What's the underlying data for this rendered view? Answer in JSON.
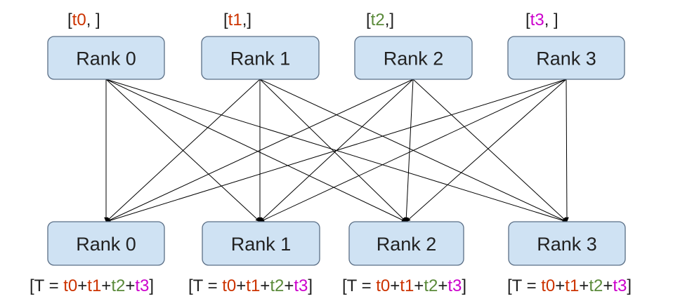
{
  "colors": {
    "box_fill": "#cfe2f3",
    "box_border": "#5b6f86",
    "t0": "#cc3300",
    "t1": "#cc3300",
    "t2": "#5a8a3a",
    "t3": "#cc00cc",
    "text": "#222222",
    "line": "#000000"
  },
  "top_ranks": [
    {
      "label": "Rank 0",
      "tensor": {
        "open": "[",
        "name": "t0",
        "close": ", ]",
        "color_key": "t0"
      }
    },
    {
      "label": "Rank 1",
      "tensor": {
        "open": "[",
        "name": "t1",
        "close": ",]",
        "color_key": "t1"
      }
    },
    {
      "label": "Rank 2",
      "tensor": {
        "open": "[",
        "name": "t2",
        "close": ",]",
        "color_key": "t2"
      }
    },
    {
      "label": "Rank 3",
      "tensor": {
        "open": "[",
        "name": "t3",
        "close": ", ]",
        "color_key": "t3"
      }
    }
  ],
  "bottom_ranks": [
    {
      "label": "Rank 0"
    },
    {
      "label": "Rank 1"
    },
    {
      "label": "Rank 2"
    },
    {
      "label": "Rank 3"
    }
  ],
  "result": {
    "prefix": "[T = ",
    "terms": [
      {
        "text": "t0",
        "color_key": "t0"
      },
      {
        "text": "+",
        "color_key": "text"
      },
      {
        "text": "t1",
        "color_key": "t1"
      },
      {
        "text": "+",
        "color_key": "text"
      },
      {
        "text": "t2",
        "color_key": "t2"
      },
      {
        "text": "+",
        "color_key": "text"
      },
      {
        "text": "t3",
        "color_key": "t3"
      }
    ],
    "suffix": "]"
  }
}
